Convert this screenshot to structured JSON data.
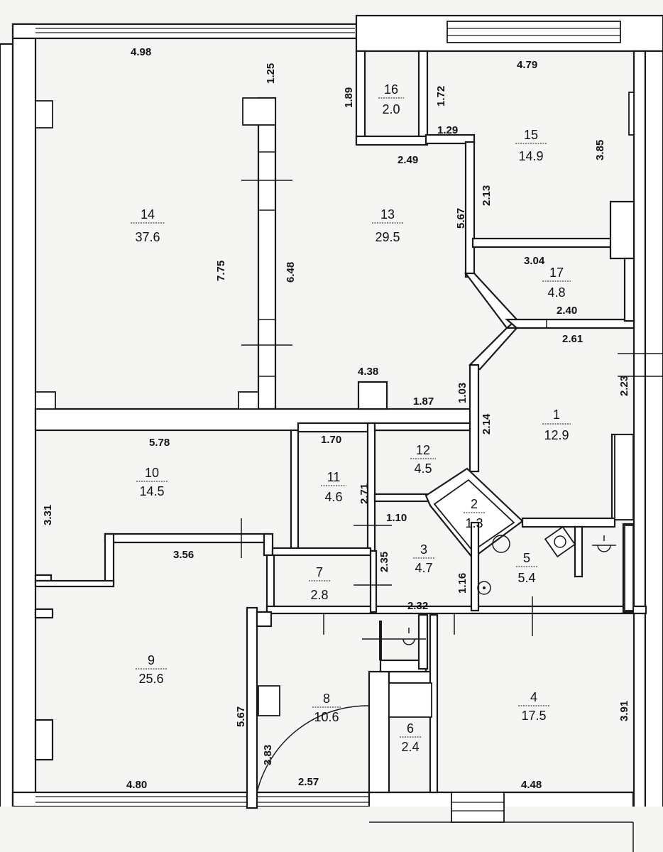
{
  "rooms": [
    {
      "number": "1",
      "area": "12.9"
    },
    {
      "number": "2",
      "area": "1.3"
    },
    {
      "number": "3",
      "area": "4.7"
    },
    {
      "number": "4",
      "area": "17.5"
    },
    {
      "number": "5",
      "area": "5.4"
    },
    {
      "number": "6",
      "area": "2.4"
    },
    {
      "number": "7",
      "area": "2.8"
    },
    {
      "number": "8",
      "area": "10.6"
    },
    {
      "number": "9",
      "area": "25.6"
    },
    {
      "number": "10",
      "area": "14.5"
    },
    {
      "number": "11",
      "area": "4.6"
    },
    {
      "number": "12",
      "area": "4.5"
    },
    {
      "number": "13",
      "area": "29.5"
    },
    {
      "number": "14",
      "area": "37.6"
    },
    {
      "number": "15",
      "area": "14.9"
    },
    {
      "number": "16",
      "area": "2.0"
    },
    {
      "number": "17",
      "area": "4.8"
    }
  ],
  "dimensions": [
    "4.98",
    "1.25",
    "1.89",
    "1.72",
    "4.79",
    "1.29",
    "3.85",
    "2.49",
    "2.13",
    "5.67",
    "7.75",
    "6.48",
    "3.04",
    "2.40",
    "2.61",
    "4.38",
    "1.87",
    "1.03",
    "2.23",
    "2.14",
    "5.78",
    "1.70",
    "3.31",
    "2.71",
    "1.10",
    "3.56",
    "2.35",
    "1.16",
    "2.32",
    "5.67",
    "3.91",
    "3.83",
    "4.80",
    "2.57",
    "4.48"
  ]
}
